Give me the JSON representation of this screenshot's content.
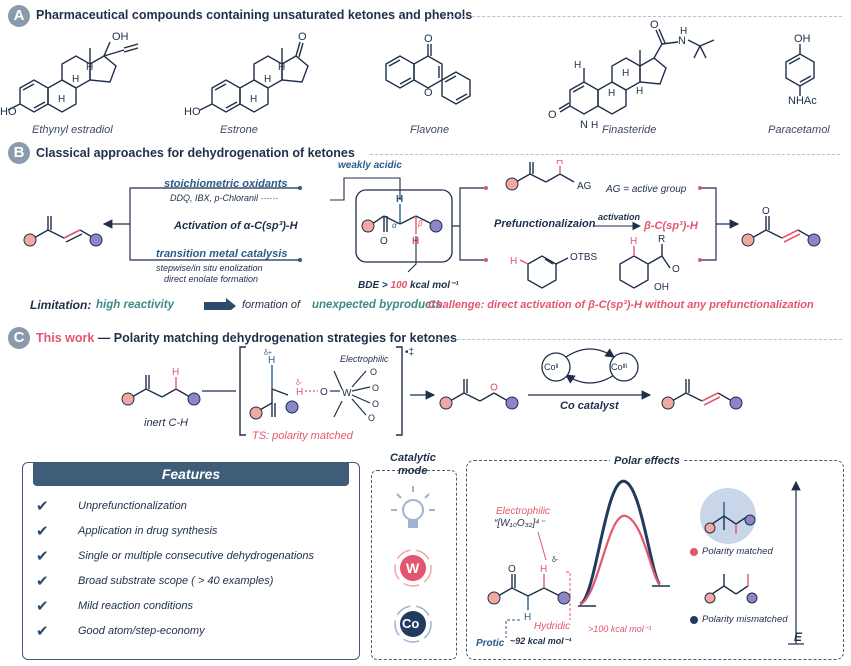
{
  "sectionA": {
    "badge": "A",
    "title": "Pharmaceutical compounds containing unsaturated ketones and phenols",
    "compounds": [
      "Ethynyl estradiol",
      "Estrone",
      "Flavone",
      "Finasteride",
      "Paracetamol"
    ]
  },
  "sectionB": {
    "badge": "B",
    "title": "Classical approaches for dehydrogenation of ketones",
    "stoich": "stoichiometric oxidants",
    "stoich_examples": "DDQ, IBX, p-Chloranil ······",
    "activation": "Activation of α-C(sp³)-H",
    "tmc": "transition metal catalysis",
    "tmc_line1": "stepwise/in situ enolization",
    "tmc_line2": "direct enolate formation",
    "weakly_acidic": "weakly acidic",
    "bde_prefix": "BDE > ",
    "bde_value": "100",
    "bde_unit": " kcal mol⁻¹",
    "ag": "AG",
    "ag_def": "AG = active group",
    "prefunc": "Prefunctionalizaion",
    "activation_label": "activation",
    "beta": "β-C(sp³)-H",
    "otbs": "OTBS",
    "limitation_label": "Limitation:",
    "limitation_a": "high reactivity",
    "limitation_b": "formation of",
    "limitation_c": "unexpected byproducts",
    "challenge": "Challenge: direct activation of β-C(sp³)-H without any prefunctionalization"
  },
  "sectionC": {
    "badge": "C",
    "title_pink": "This work",
    "title_rest": " — Polarity matching dehydrogenation strategies for ketones",
    "inert": "inert C-H",
    "ts": "TS: polarity matched",
    "electrophilic": "Electrophilic",
    "co_catalyst": "Co catalyst",
    "co2": "Coᴵᴵ",
    "co3": "Coᴵᴵᴵ"
  },
  "features": {
    "title": "Features",
    "items": [
      "Unprefunctionalization",
      "Application in drug synthesis",
      "Single or multiple consecutive dehydrogenations",
      "Broad substrate scope ( > 40 examples)",
      "Mild reaction conditions",
      "Good atom/step-economy"
    ]
  },
  "catalytic_mode": {
    "title_line1": "Catalytic",
    "title_line2": "mode",
    "w_label": "W",
    "co_label": "Co"
  },
  "polar_effects": {
    "title": "Polar effects",
    "electrophilic": "Electrophilic",
    "formula": "“[W₁₀O₃₂]⁴⁻",
    "hydridic": "Hydridic",
    "hydridic_val": ">100 kcal mol⁻¹",
    "protic": "Protic",
    "protic_val": "~92 kcal mol⁻¹",
    "matched": "Polarity matched",
    "mismatched": "Polarity mismatched",
    "energy_axis": "E"
  },
  "colors": {
    "navy": "#2c4a6a",
    "pink": "#e3566f",
    "badge": "#8a9aad",
    "panel_header": "#3f5c78",
    "dash": "#b7c1cd"
  }
}
